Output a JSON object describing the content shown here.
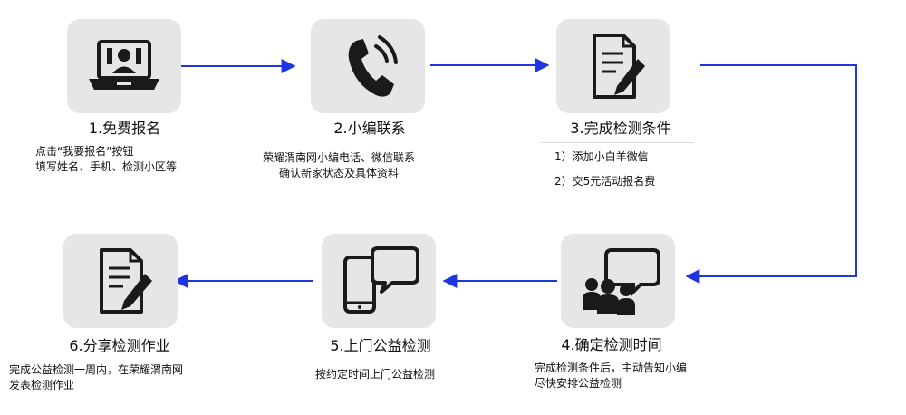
{
  "colors": {
    "arrow": "#1f35e0",
    "tile": "#e6e6e6",
    "icon": "#1a1a1a"
  },
  "steps": [
    {
      "icon": "laptop-profile-icon",
      "title": "1.免费报名",
      "lines": [
        "点击“我要报名”按钮",
        "填写姓名、手机、检测小区等"
      ]
    },
    {
      "icon": "phone-icon",
      "title": "2.小编联系",
      "lines": [
        "荣耀渭南网小编电话、微信联系",
        "确认新家状态及具体资料"
      ]
    },
    {
      "icon": "document-pen-icon",
      "title": "3.完成检测条件",
      "lines": [
        "1）添加小白羊微信",
        "2）交5元活动报名费"
      ]
    },
    {
      "icon": "people-speech-icon",
      "title": "4.确定检测时间",
      "lines": [
        "完成检测条件后，主动告知小编",
        "尽快安排公益检测"
      ]
    },
    {
      "icon": "smartphone-chat-icon",
      "title": "5.上门公益检测",
      "lines": [
        "按约定时间上门公益检测"
      ]
    },
    {
      "icon": "document-pen-icon",
      "title": "6.分享检测作业",
      "lines": [
        "完成公益检测一周内，在荣耀渭南网",
        "发表检测作业"
      ]
    }
  ]
}
